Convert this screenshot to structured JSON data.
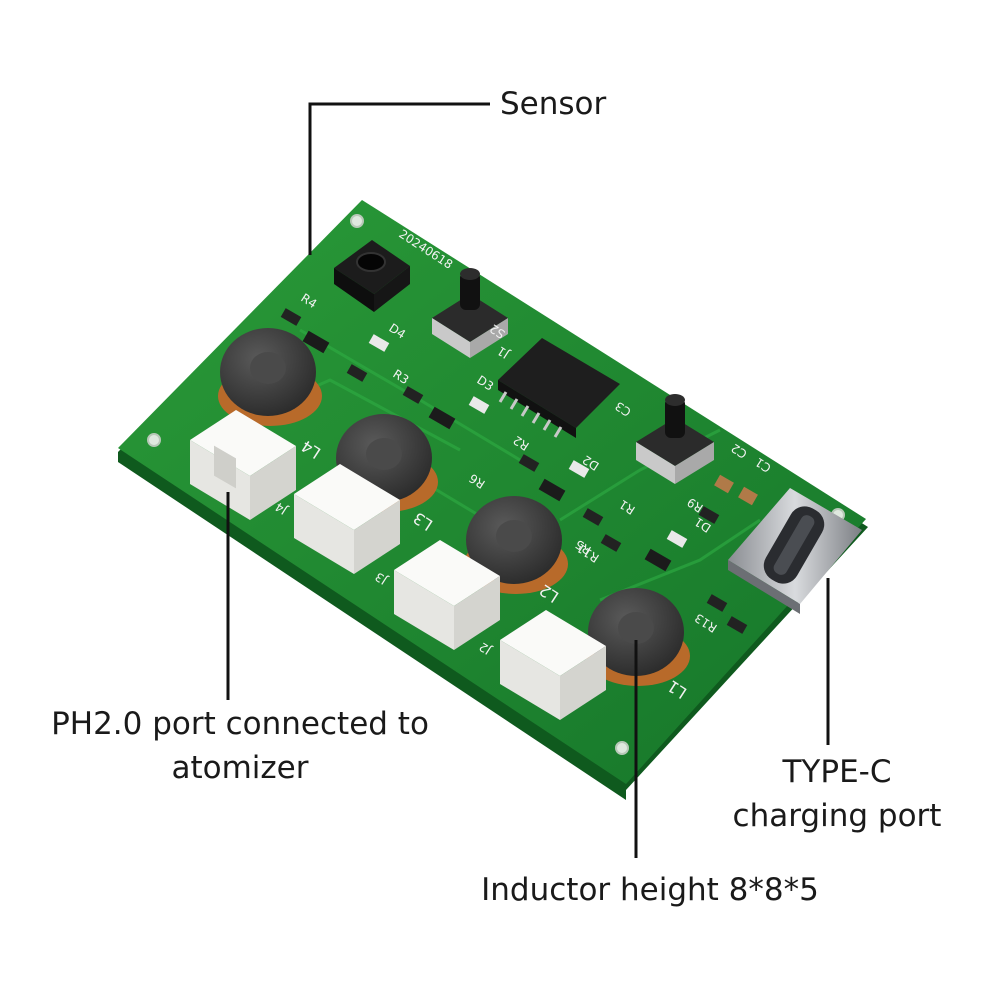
{
  "image": {
    "subject": "green PCB board",
    "background_color": "#ffffff",
    "board_color": "#1f8a2e",
    "inductor_color": "#3e3e3e",
    "copper_color": "#b86a2a",
    "connector_color": "#f3f3f1"
  },
  "board_text": {
    "date_code": "20240618",
    "designators": [
      "R4",
      "D4",
      "S2",
      "J1",
      "R3",
      "R2",
      "D3",
      "C3",
      "C2",
      "C1",
      "R9",
      "D1",
      "R1",
      "D2",
      "R5",
      "R6",
      "L1",
      "L2",
      "L3",
      "L4",
      "R13",
      "R11",
      "J2",
      "J3",
      "J4"
    ]
  },
  "callouts": {
    "sensor": {
      "line1": "Sensor"
    },
    "ph_port": {
      "line1": "PH2.0 port connected to",
      "line2": "atomizer"
    },
    "type_c": {
      "line1": "TYPE-C",
      "line2": "charging port"
    },
    "inductor": {
      "line1": "Inductor height 8*8*5"
    }
  }
}
